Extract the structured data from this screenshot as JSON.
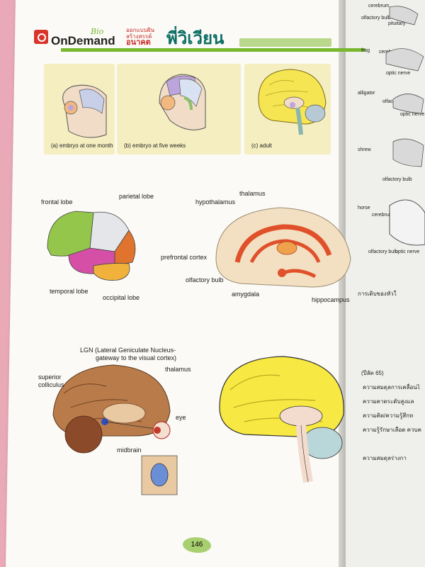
{
  "header": {
    "brand_sub": "Bio",
    "brand_main": "OnDemand",
    "logo2_line1": "ออกแบบฝัน",
    "logo2_line2": "สร้างสรรค์",
    "logo2_line3": "อนาคต",
    "title": "พี่วิเวียน"
  },
  "embryo_panels": [
    {
      "caption": "(a) embryo at one month"
    },
    {
      "caption": "(b) embryo at five weeks"
    },
    {
      "caption": "(c) adult"
    }
  ],
  "lobes": {
    "frontal": "frontal lobe",
    "parietal": "parietal lobe",
    "temporal": "temporal lobe",
    "occipital": "occipital lobe"
  },
  "limbic": {
    "thalamus": "thalamus",
    "hypothalamus": "hypothalamus",
    "prefrontal": "prefrontal cortex",
    "olfactory": "olfactory bulb",
    "amygdala": "amygdala",
    "hippocampus": "hippocampus"
  },
  "visual": {
    "lgn_line1": "LGN (Lateral Geniculate Nucleus-",
    "lgn_line2": "gateway to the visual cortex)",
    "thalamus": "thalamus",
    "superior_line1": "superior",
    "superior_line2": "colliculus",
    "eye": "eye",
    "midbrain": "midbrain"
  },
  "page_number": "146",
  "side_labels": {
    "cerebrum": "cerebrum",
    "olfactory_bulb": "olfactory bulb",
    "optic_nerve": "optic nerve",
    "pituitary": "pituitary",
    "frog": "frog",
    "alligator": "alligator",
    "shrew": "shrew",
    "horse": "horse"
  },
  "side_text": [
    "การเติบของหัวใ",
    "(ปีลัต 65)",
    "ความสมดุลการเคลื่อนไ",
    "ความคาดระดับสูงแล",
    "ความคิด/ความรู้สึกท",
    "ความรู้รักษาเลือด ควบค",
    "ความสมดุลร่างกา"
  ]
}
